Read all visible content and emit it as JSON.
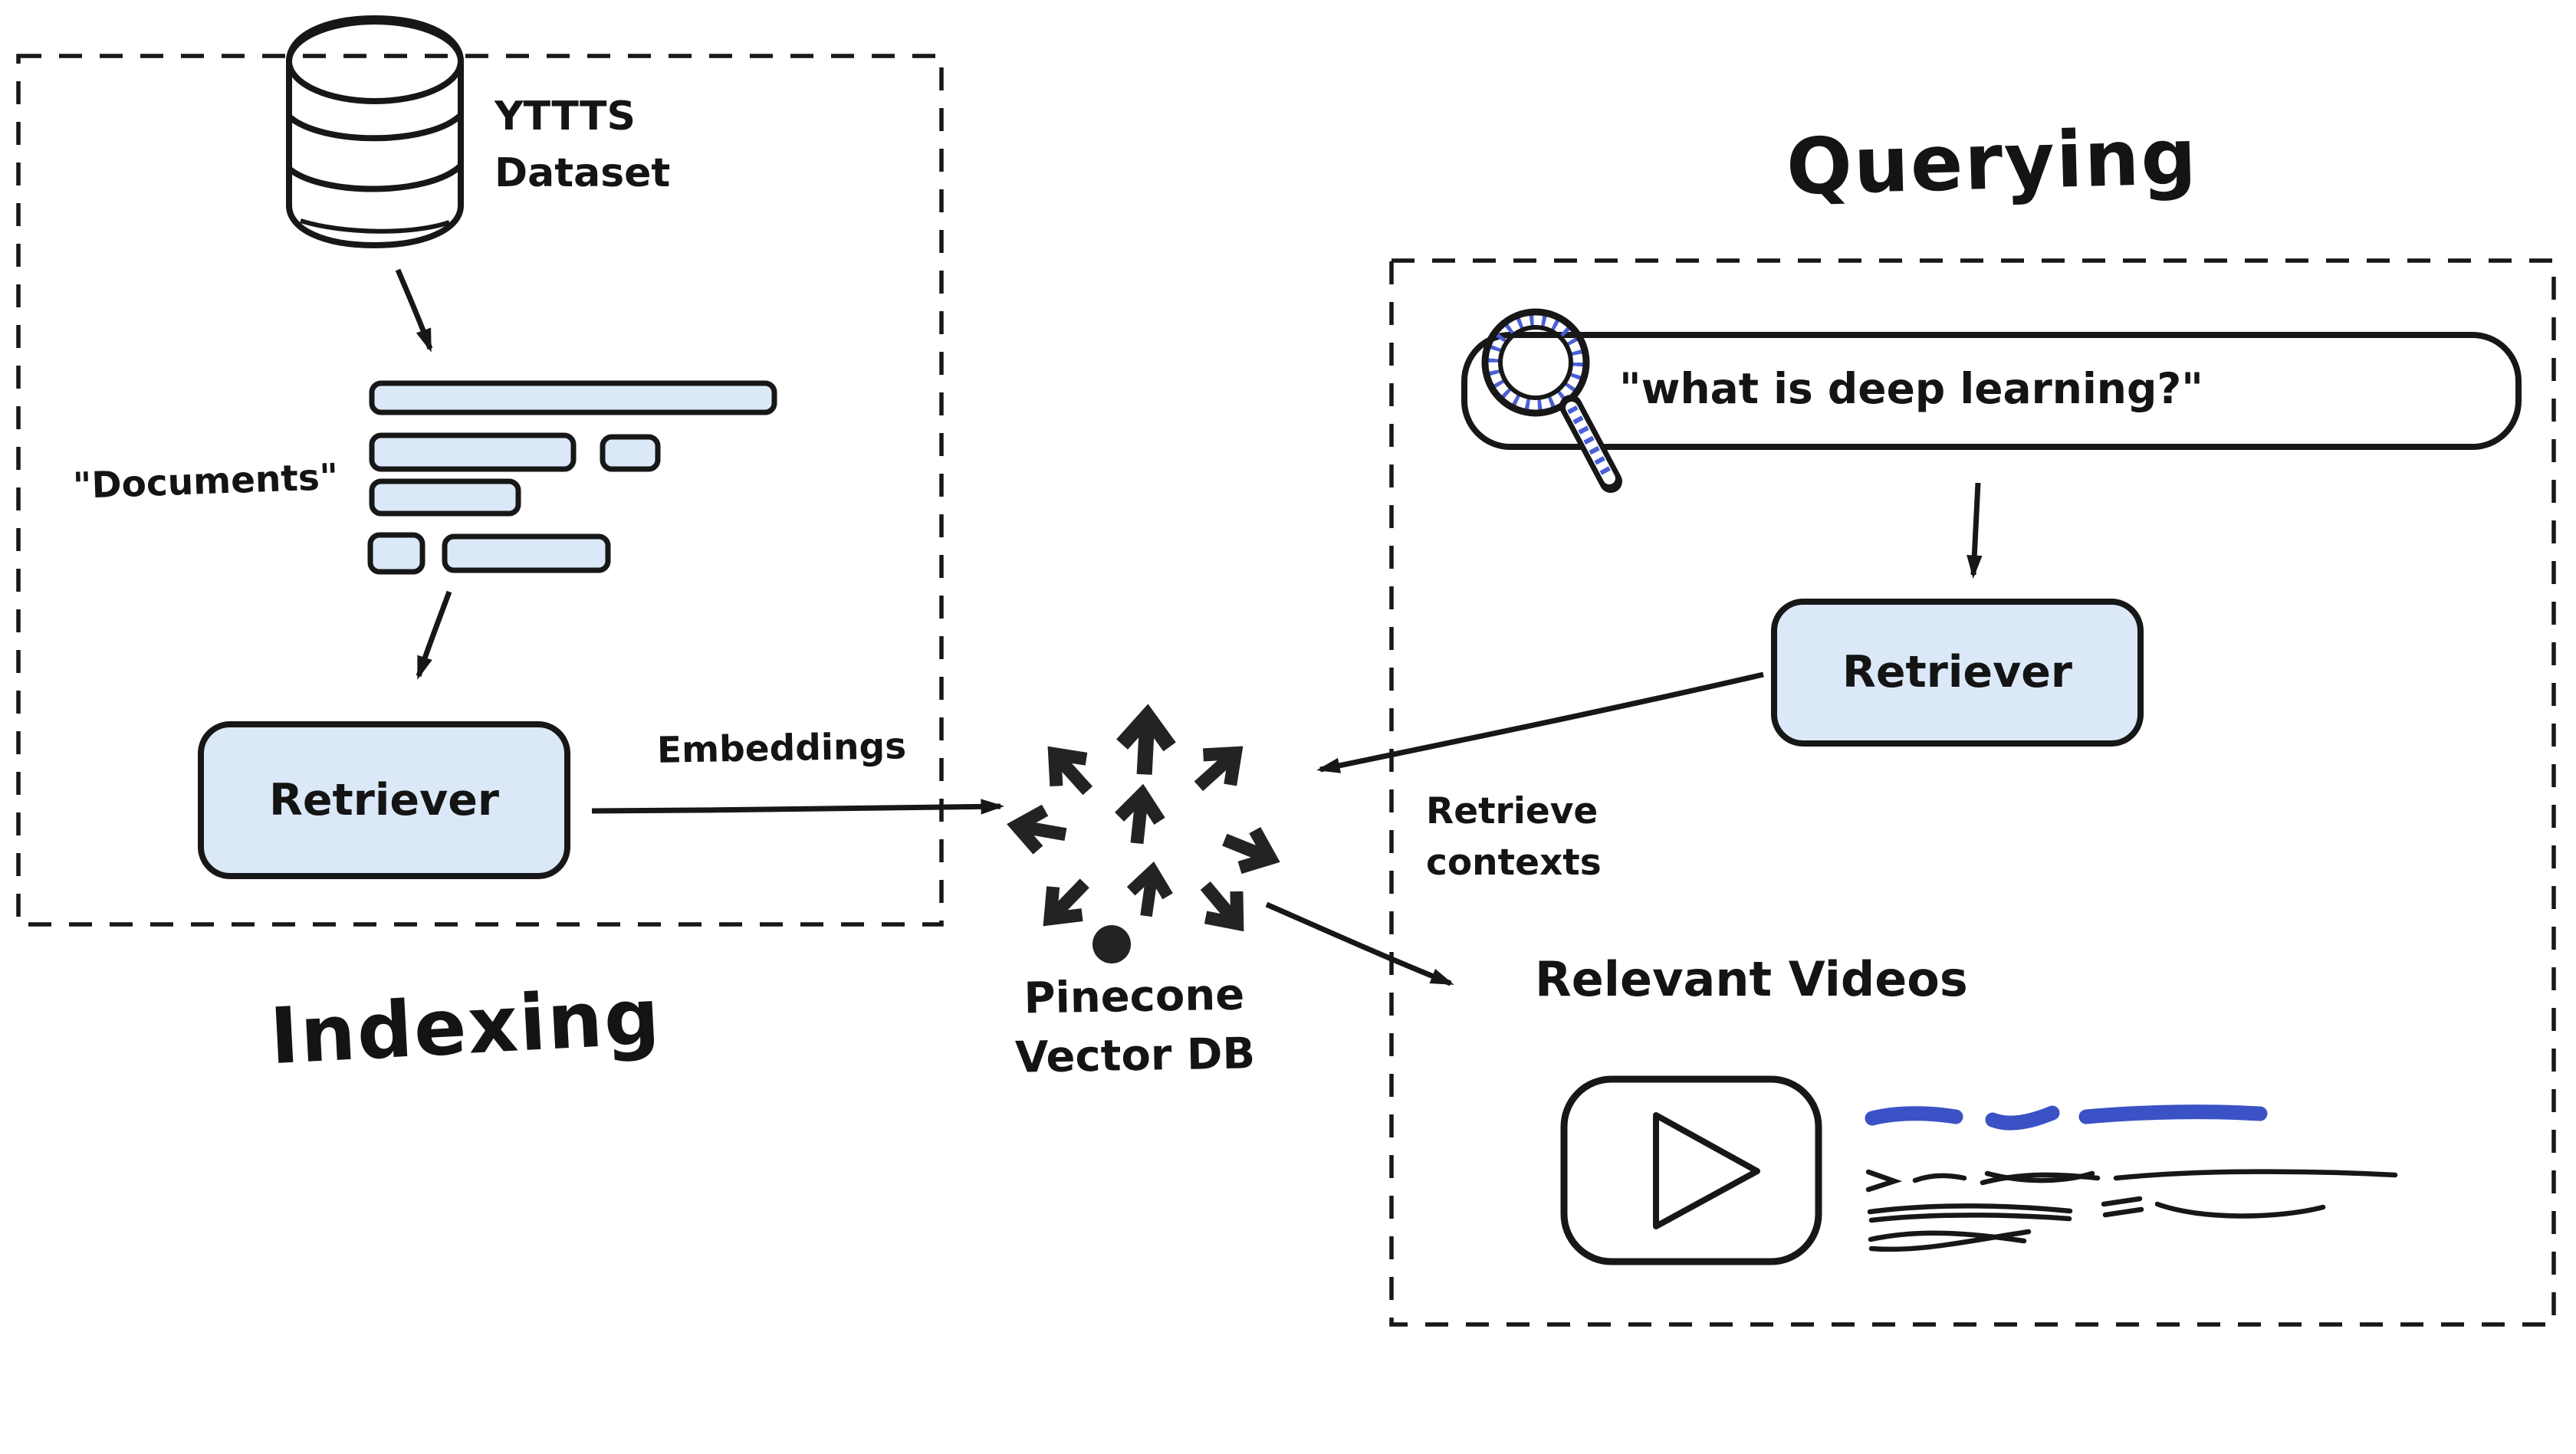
{
  "colors": {
    "ink": "#171717",
    "cyan_db": "#86EEFA",
    "light_blue": "#DBE8F8",
    "youtube_red": "#EC1414",
    "scribble_blue": "#3A52C5",
    "magnifier_blue": "#4B5FD6",
    "white": "#FFFFFF"
  },
  "indexing": {
    "title": "Indexing",
    "dataset": {
      "line1": "YTTTS",
      "line2": "Dataset"
    },
    "documents_label": "\"Documents\"",
    "retriever_label": "Retriever",
    "embeddings_label": "Embeddings"
  },
  "pinecone": {
    "line1": "Pinecone",
    "line2": "Vector DB"
  },
  "querying": {
    "title": "Querying",
    "query_text": "\"what is deep learning?\"",
    "retriever_label": "Retriever",
    "retrieve_contexts": {
      "line1": "Retrieve",
      "line2": "contexts"
    },
    "relevant_videos_label": "Relevant Videos"
  }
}
